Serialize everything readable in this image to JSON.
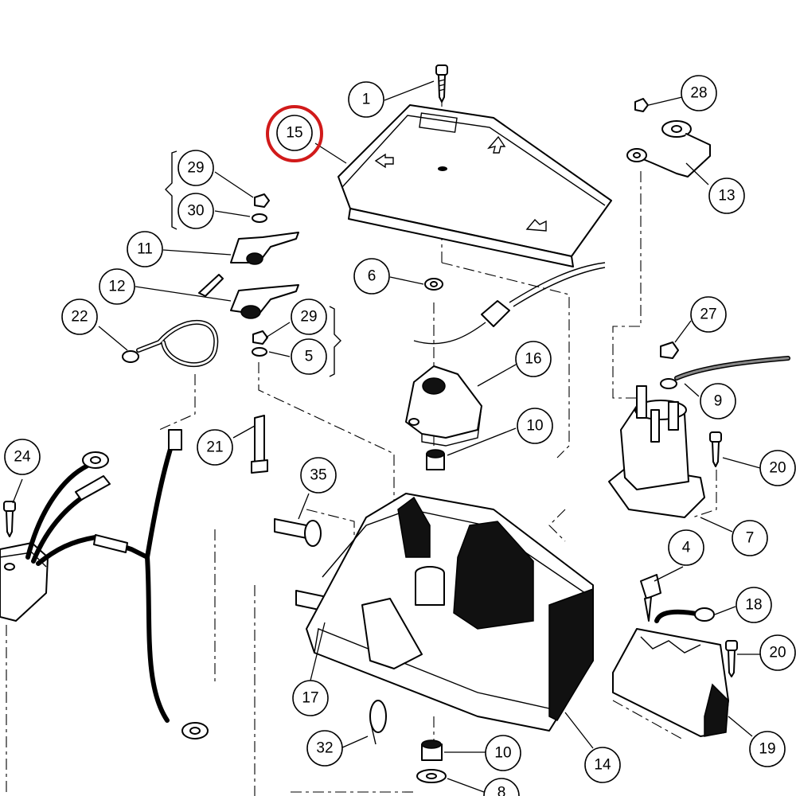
{
  "diagram": {
    "callouts": [
      {
        "id": "c1",
        "label": "1"
      },
      {
        "id": "c15",
        "label": "15"
      },
      {
        "id": "c28",
        "label": "28"
      },
      {
        "id": "c13",
        "label": "13"
      },
      {
        "id": "c29a",
        "label": "29"
      },
      {
        "id": "c30",
        "label": "30"
      },
      {
        "id": "c11",
        "label": "11"
      },
      {
        "id": "c12",
        "label": "12"
      },
      {
        "id": "c22",
        "label": "22"
      },
      {
        "id": "c29b",
        "label": "29"
      },
      {
        "id": "c5",
        "label": "5"
      },
      {
        "id": "c6",
        "label": "6"
      },
      {
        "id": "c16",
        "label": "16"
      },
      {
        "id": "c27",
        "label": "27"
      },
      {
        "id": "c9",
        "label": "9"
      },
      {
        "id": "c10a",
        "label": "10"
      },
      {
        "id": "c21",
        "label": "21"
      },
      {
        "id": "c24",
        "label": "24"
      },
      {
        "id": "c20a",
        "label": "20"
      },
      {
        "id": "c35",
        "label": "35"
      },
      {
        "id": "c7",
        "label": "7"
      },
      {
        "id": "c4",
        "label": "4"
      },
      {
        "id": "c18",
        "label": "18"
      },
      {
        "id": "c20b",
        "label": "20"
      },
      {
        "id": "c17",
        "label": "17"
      },
      {
        "id": "c19",
        "label": "19"
      },
      {
        "id": "c32",
        "label": "32"
      },
      {
        "id": "c10b",
        "label": "10"
      },
      {
        "id": "c14",
        "label": "14"
      },
      {
        "id": "c8",
        "label": "8"
      }
    ],
    "highlighted_callout": "15",
    "colors": {
      "line": "#000000",
      "highlight": "#d11a1a",
      "background": "#ffffff"
    }
  }
}
